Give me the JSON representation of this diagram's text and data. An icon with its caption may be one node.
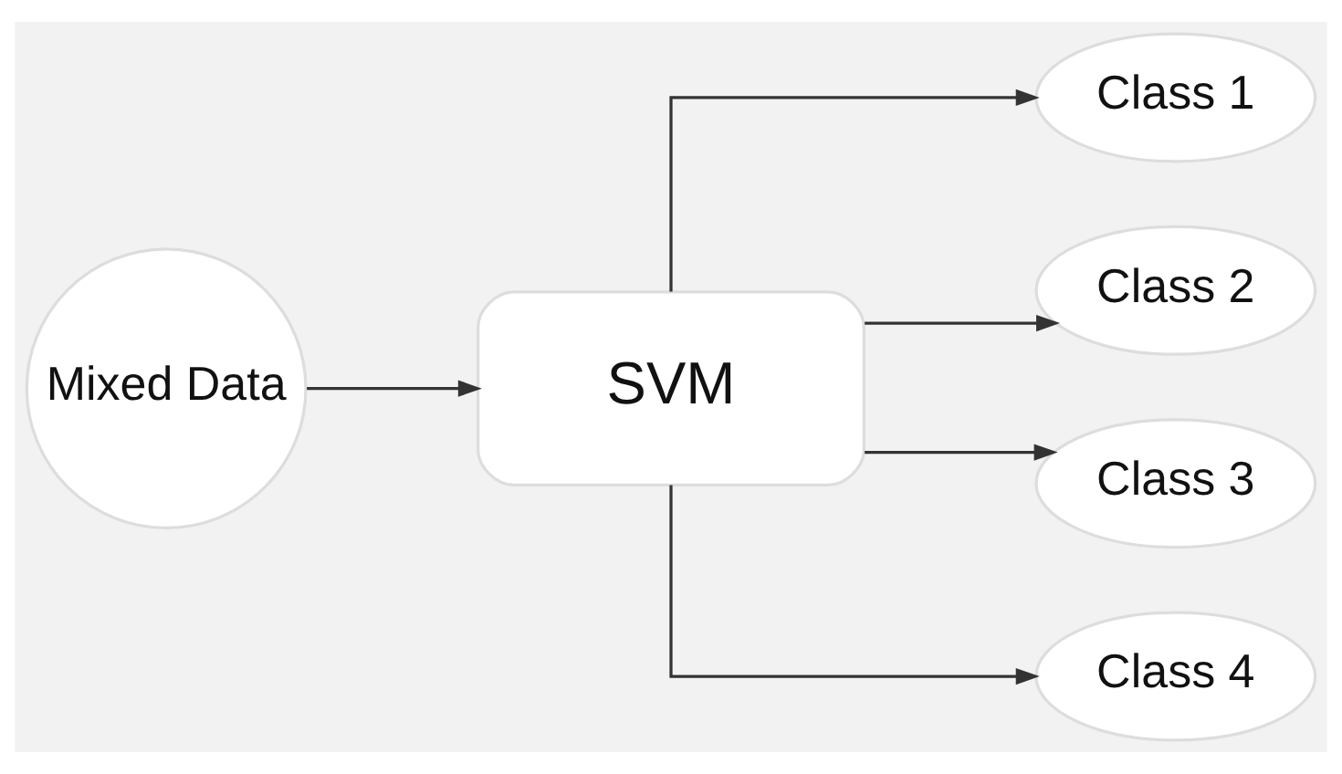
{
  "diagram": {
    "nodes": [
      {
        "text": [
          "Mixed Data"
        ]
      },
      {
        "text": [
          "SVM"
        ]
      },
      {
        "text": [
          "Class 1"
        ]
      },
      {
        "text": [
          "Class 2"
        ]
      },
      {
        "text": [
          "Class 3"
        ]
      },
      {
        "text": [
          "Class 4"
        ]
      }
    ],
    "edges": [
      {
        "from": 0,
        "to": 1,
        "arrow": "to"
      },
      {
        "from": 1,
        "to": 2,
        "arrow": "to"
      },
      {
        "from": 1,
        "to": 3,
        "arrow": "to"
      },
      {
        "from": 1,
        "to": 4,
        "arrow": "to"
      },
      {
        "from": 1,
        "to": 5,
        "arrow": "to"
      }
    ]
  }
}
